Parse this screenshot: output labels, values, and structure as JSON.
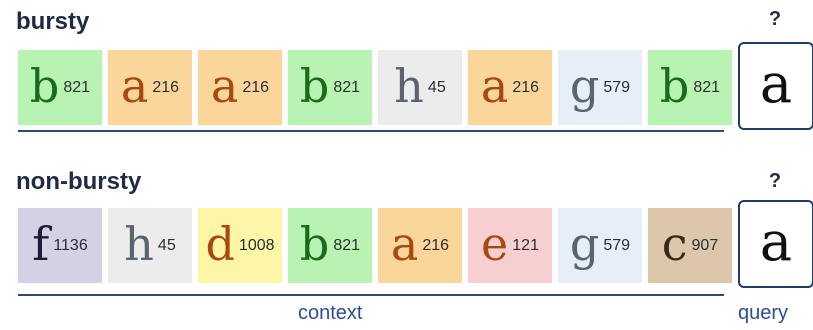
{
  "bursty": {
    "title": "bursty",
    "question": "?",
    "query": "a",
    "tiles": [
      {
        "glyph": "b",
        "count": "821",
        "color": "#b9f3b1",
        "tone": "green"
      },
      {
        "glyph": "a",
        "count": "216",
        "color": "#fbd69b",
        "tone": "orange"
      },
      {
        "glyph": "a",
        "count": "216",
        "color": "#fbd69b",
        "tone": "orange"
      },
      {
        "glyph": "b",
        "count": "821",
        "color": "#b9f3b1",
        "tone": "green"
      },
      {
        "glyph": "h",
        "count": "45",
        "color": "#ececec",
        "tone": "gray"
      },
      {
        "glyph": "a",
        "count": "216",
        "color": "#fbd69b",
        "tone": "orange"
      },
      {
        "glyph": "g",
        "count": "579",
        "color": "#e6eef7",
        "tone": "gray"
      },
      {
        "glyph": "b",
        "count": "821",
        "color": "#b9f3b1",
        "tone": "green"
      }
    ]
  },
  "nonbursty": {
    "title": "non-bursty",
    "question": "?",
    "query": "a",
    "tiles": [
      {
        "glyph": "f",
        "count": "1136",
        "color": "#d3d1e3",
        "tone": "purple"
      },
      {
        "glyph": "h",
        "count": "45",
        "color": "#ececec",
        "tone": "gray"
      },
      {
        "glyph": "d",
        "count": "1008",
        "color": "#fdf6a6",
        "tone": "orange"
      },
      {
        "glyph": "b",
        "count": "821",
        "color": "#b9f3b1",
        "tone": "green"
      },
      {
        "glyph": "a",
        "count": "216",
        "color": "#fbd69b",
        "tone": "orange"
      },
      {
        "glyph": "e",
        "count": "121",
        "color": "#f8cfd1",
        "tone": "orange"
      },
      {
        "glyph": "g",
        "count": "579",
        "color": "#e6eef7",
        "tone": "gray"
      },
      {
        "glyph": "c",
        "count": "907",
        "color": "#dcc7ad",
        "tone": "bown"
      }
    ]
  },
  "labels": {
    "context": "context",
    "query": "query"
  }
}
